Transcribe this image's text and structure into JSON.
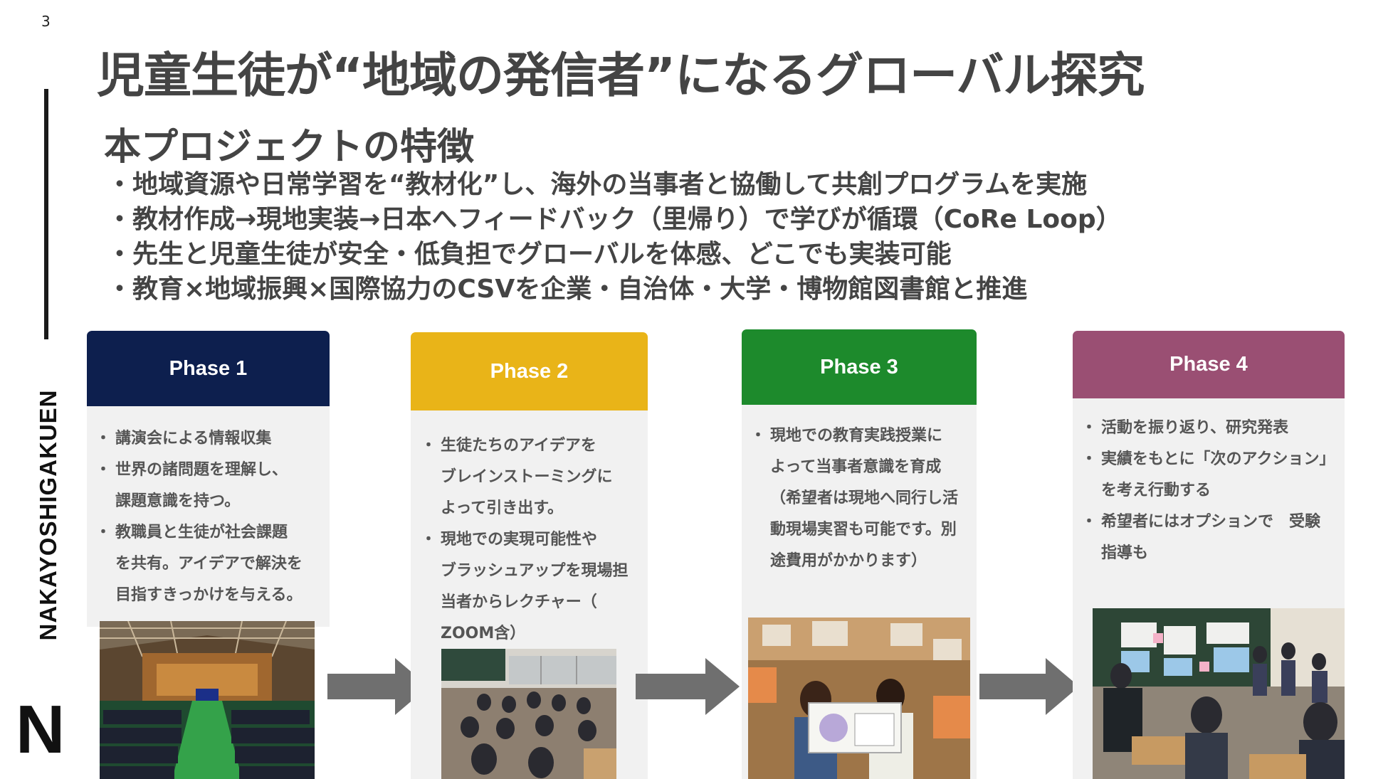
{
  "page_number": "3",
  "brand": "NAKAYOSHIGAKUEN",
  "logo": "N",
  "title": "児童生徒が“地域の発信者”になるグローバル探究",
  "subtitle": "本プロジェクトの特徴",
  "features": [
    "地域資源や日常学習を“教材化”し、海外の当事者と協働して共創プログラムを実施",
    "教材作成→現地実装→日本へフィードバック（里帰り）で学びが循環（CoRe Loop）",
    "先生と児童生徒が安全・低負担でグローバルを体感、どこでも実装可能",
    "教育×地域振興×国際協力のCSVを企業・自治体・大学・博物館図書館と推進"
  ],
  "colors": {
    "phase1": "#0d1f4e",
    "phase2": "#e9b418",
    "phase3": "#1d8a2c",
    "phase4": "#9a4f73",
    "arrow": "#6f6f6f"
  },
  "phases": [
    {
      "label": "Phase 1",
      "lines": [
        {
          "t": "講演会による情報収集",
          "bullet": true
        },
        {
          "t": "世界の諸問題を理解し、",
          "bullet": true
        },
        {
          "t": "課題意識を持つ。",
          "bullet": false
        },
        {
          "t": "教職員と生徒が社会課題",
          "bullet": true
        },
        {
          "t": "を共有。アイデアで解決を",
          "bullet": false
        },
        {
          "t": "目指すきっかけを与える。",
          "bullet": false
        }
      ],
      "photo": "school-assembly-hall-photo"
    },
    {
      "label": "Phase 2",
      "lines": [
        {
          "t": "生徒たちのアイデアを",
          "bullet": true
        },
        {
          "t": "ブレインストーミングに",
          "bullet": false
        },
        {
          "t": "よって引き出す。",
          "bullet": false
        },
        {
          "t": "現地での実現可能性や",
          "bullet": true
        },
        {
          "t": "ブラッシュアップを現場担",
          "bullet": false
        },
        {
          "t": "当者からレクチャー（",
          "bullet": false
        },
        {
          "t": "ZOOM含）",
          "bullet": false
        }
      ],
      "photo": "classroom-lecture-photo"
    },
    {
      "label": "Phase 3",
      "lines": [
        {
          "t": "現地での教育実践授業に",
          "bullet": true
        },
        {
          "t": "よって当事者意識を育成",
          "bullet": false
        },
        {
          "t": "（希望者は現地へ同行し活",
          "bullet": false
        },
        {
          "t": "動現場実習も可能です。別",
          "bullet": false
        },
        {
          "t": "途費用がかかります）",
          "bullet": false
        }
      ],
      "photo": "overseas-classroom-photo"
    },
    {
      "label": "Phase 4",
      "lines": [
        {
          "t": "活動を振り返り、研究発表",
          "bullet": true
        },
        {
          "t": "実績をもとに「次のアクション」",
          "bullet": true
        },
        {
          "t": "を考え行動する",
          "bullet": false
        },
        {
          "t": "希望者にはオプションで　受験",
          "bullet": true
        },
        {
          "t": "指導も",
          "bullet": false
        }
      ],
      "photo": "student-presentation-photo"
    }
  ],
  "arrow_icon": "right-arrow-icon"
}
